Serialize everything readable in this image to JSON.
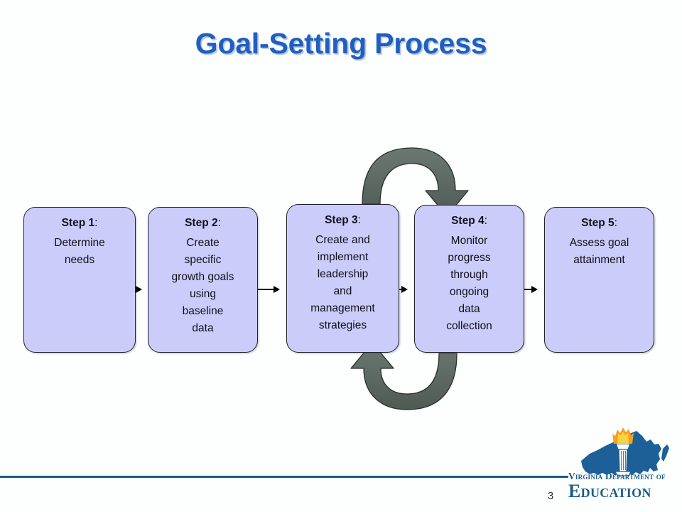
{
  "slide": {
    "title": "Goal-Setting Process",
    "number": "3",
    "title_color": "#1f5fc0",
    "rule_color": "#1d5b86",
    "background": "#fdffff"
  },
  "diagram": {
    "type": "process-flow",
    "box_fill": "#ccccfa",
    "box_border": "#20202a",
    "loop_arrow_color": "#57635c",
    "connector_color": "#000000",
    "steps": [
      {
        "id": "step-1",
        "head": "Step 1",
        "colon": ":",
        "body": "Determine\nneeds"
      },
      {
        "id": "step-2",
        "head": "Step 2",
        "colon": ":",
        "body": "Create\nspecific\ngrowth goals\nusing\nbaseline\ndata"
      },
      {
        "id": "step-3",
        "head": "Step 3",
        "colon": ":",
        "body": "Create and\nimplement\nleadership\nand\nmanagement\nstrategies"
      },
      {
        "id": "step-4",
        "head": "Step 4",
        "colon": ":",
        "body": "Monitor\nprogress\nthrough\nongoing\ndata\ncollection"
      },
      {
        "id": "step-5",
        "head": "Step 5",
        "colon": ":",
        "body": "Assess goal\nattainment"
      }
    ],
    "connectors": [
      {
        "from": "step-1",
        "to": "step-2",
        "style": "straight-arrow"
      },
      {
        "from": "step-2",
        "to": "step-3",
        "style": "straight-arrow"
      },
      {
        "from": "step-3",
        "to": "step-4",
        "style": "straight-arrow"
      },
      {
        "from": "step-4",
        "to": "step-5",
        "style": "straight-arrow"
      },
      {
        "from": "step-3",
        "to": "step-4",
        "style": "curved-arrow-over-top"
      },
      {
        "from": "step-4",
        "to": "step-3",
        "style": "curved-arrow-under-bottom"
      }
    ]
  },
  "logo": {
    "line_1": "Virginia Department of",
    "line_2": "Education",
    "map_color": "#1d6098",
    "flame_color": "#f5a11e",
    "flame_core": "#fbd23f"
  }
}
